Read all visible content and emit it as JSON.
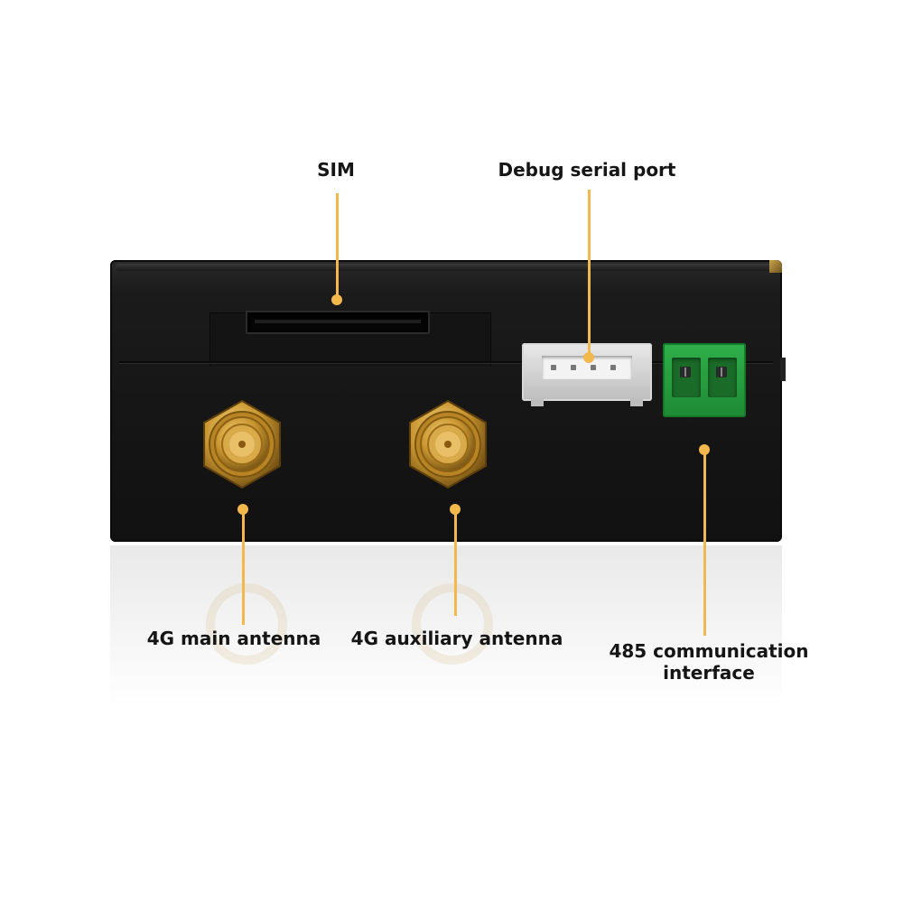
{
  "labels": {
    "sim": "SIM",
    "debug": "Debug serial port",
    "main_antenna": "4G main antenna",
    "aux_antenna": "4G auxiliary antenna",
    "rs485_line1": "485 communication",
    "rs485_line2": "interface"
  },
  "colors": {
    "callout": "#f2b84b",
    "device_body": "#151515",
    "terminal_green": "#2fb04a",
    "connector_gold": "#c9952f",
    "label_text": "#151515"
  }
}
